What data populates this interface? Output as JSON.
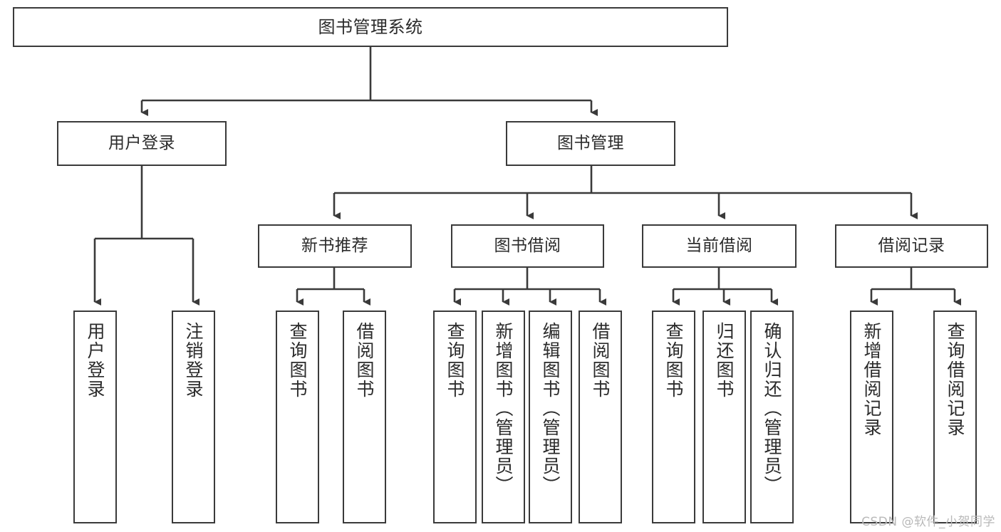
{
  "diagram": {
    "title": "图书管理系统",
    "watermark": "CSDN @软件_小贺同学",
    "line_color": "#3a3a3a",
    "box_fill": "#ffffff",
    "text_color": "#2b2b2b",
    "watermark_color": "#b9b9b9",
    "levels": {
      "root": "图书管理系统",
      "level2": [
        "用户登录",
        "图书管理"
      ],
      "level3": [
        "新书推荐",
        "图书借阅",
        "当前借阅",
        "借阅记录"
      ]
    },
    "nodes": {
      "root": {
        "label": "图书管理系统"
      },
      "user_login": {
        "label": "用户登录"
      },
      "book_manage": {
        "label": "图书管理"
      },
      "new_book_rec": {
        "label": "新书推荐"
      },
      "book_borrow": {
        "label": "图书借阅"
      },
      "current_borrow": {
        "label": "当前借阅"
      },
      "borrow_record": {
        "label": "借阅记录"
      },
      "leaf_user_login": {
        "label": "用户登录"
      },
      "leaf_logout": {
        "label": "注销登录"
      },
      "leaf_query_book_1": {
        "label": "查询图书"
      },
      "leaf_borrow_book_1": {
        "label": "借阅图书"
      },
      "leaf_query_book_2": {
        "label": "查询图书"
      },
      "leaf_add_book_admin": {
        "label": "新增图书（管理员）"
      },
      "leaf_edit_book_admin": {
        "label": "编辑图书（管理员）"
      },
      "leaf_borrow_book_2": {
        "label": "借阅图书"
      },
      "leaf_query_book_3": {
        "label": "查询图书"
      },
      "leaf_return_book": {
        "label": "归还图书"
      },
      "leaf_confirm_return_admin": {
        "label": "确认归还（管理员）"
      },
      "leaf_add_record": {
        "label": "新增借阅记录"
      },
      "leaf_query_record": {
        "label": "查询借阅记录"
      }
    },
    "edges": [
      {
        "from": "root",
        "to": "user_login"
      },
      {
        "from": "root",
        "to": "book_manage"
      },
      {
        "from": "user_login",
        "to": "leaf_user_login"
      },
      {
        "from": "user_login",
        "to": "leaf_logout"
      },
      {
        "from": "book_manage",
        "to": "new_book_rec"
      },
      {
        "from": "book_manage",
        "to": "book_borrow"
      },
      {
        "from": "book_manage",
        "to": "current_borrow"
      },
      {
        "from": "book_manage",
        "to": "borrow_record"
      },
      {
        "from": "new_book_rec",
        "to": "leaf_query_book_1"
      },
      {
        "from": "new_book_rec",
        "to": "leaf_borrow_book_1"
      },
      {
        "from": "book_borrow",
        "to": "leaf_query_book_2"
      },
      {
        "from": "book_borrow",
        "to": "leaf_add_book_admin"
      },
      {
        "from": "book_borrow",
        "to": "leaf_edit_book_admin"
      },
      {
        "from": "book_borrow",
        "to": "leaf_borrow_book_2"
      },
      {
        "from": "current_borrow",
        "to": "leaf_query_book_3"
      },
      {
        "from": "current_borrow",
        "to": "leaf_return_book"
      },
      {
        "from": "current_borrow",
        "to": "leaf_confirm_return_admin"
      },
      {
        "from": "borrow_record",
        "to": "leaf_add_record"
      },
      {
        "from": "borrow_record",
        "to": "leaf_query_record"
      }
    ]
  }
}
